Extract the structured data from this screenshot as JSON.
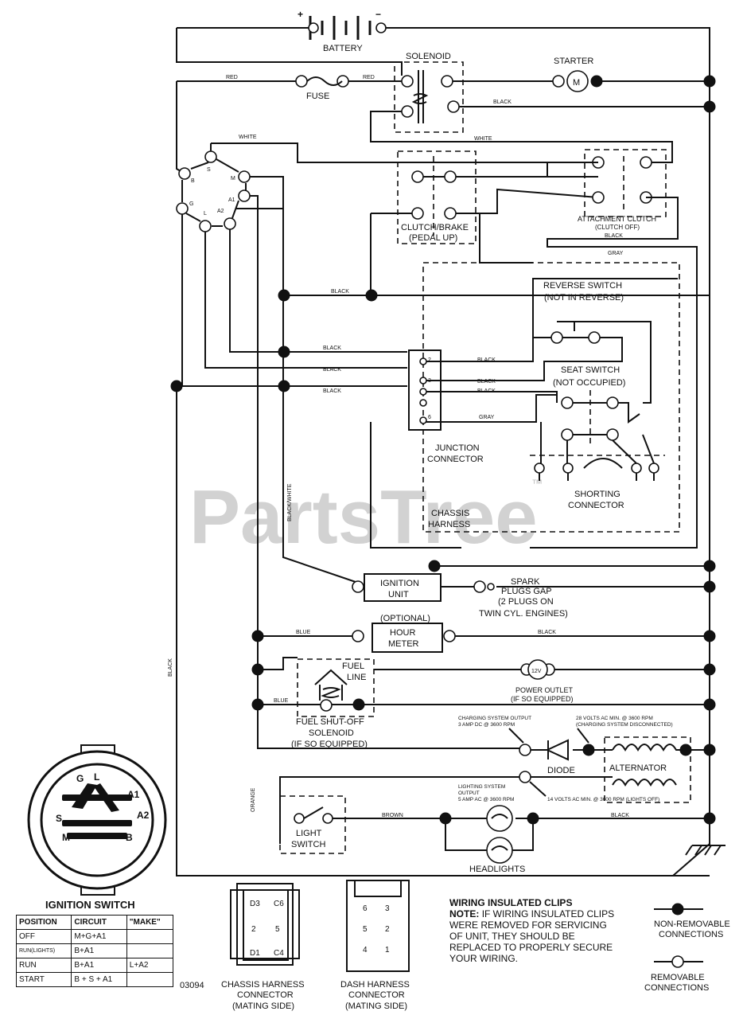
{
  "watermark": "PartsTree",
  "trademark": "™",
  "part_number": "03094",
  "components": {
    "battery": "BATTERY",
    "battery_plus": "+",
    "battery_minus": "−",
    "solenoid": "SOLENOID",
    "starter": "STARTER",
    "starter_symbol": "M",
    "fuse": "FUSE",
    "clutch_brake_1": "CLUTCH/BRAKE",
    "clutch_brake_2": "(PEDAL UP)",
    "attachment_clutch_1": "ATTACHMENT CLUTCH",
    "attachment_clutch_2": "(CLUTCH OFF)",
    "reverse_switch_1": "REVERSE SWITCH",
    "reverse_switch_2": "(NOT IN REVERSE)",
    "seat_switch_1": "SEAT SWITCH",
    "seat_switch_2": "(NOT OCCUPIED)",
    "junction_1": "JUNCTION",
    "junction_2": "CONNECTOR",
    "shorting_1": "SHORTING",
    "shorting_2": "CONNECTOR",
    "chassis_1": "CHASSIS",
    "chassis_2": "HARNESS",
    "ignition_unit_1": "IGNITION",
    "ignition_unit_2": "UNIT",
    "spark_1": "SPARK",
    "spark_2": "PLUGS GAP",
    "spark_3": "(2 PLUGS ON",
    "spark_4": "TWIN CYL. ENGINES)",
    "optional": "(OPTIONAL)",
    "hour_meter_1": "HOUR",
    "hour_meter_2": "METER",
    "fuel_line_1": "FUEL",
    "fuel_line_2": "LINE",
    "power_outlet_symbol": "12V",
    "power_outlet_1": "POWER OUTLET",
    "power_outlet_2": "(IF SO EQUIPPED)",
    "fuel_shutoff_1": "FUEL SHUT-OFF",
    "fuel_shutoff_2": "SOLENOID",
    "fuel_shutoff_3": "(IF SO EQUIPPED)",
    "charging_output_1": "CHARGING SYSTEM OUTPUT",
    "charging_output_2": "3 AMP DC @ 3600 RPM",
    "volts_28_1": "28 VOLTS AC MIN. @ 3600 RPM",
    "volts_28_2": "(CHARGING SYSTEM DISCONNECTED)",
    "diode": "DIODE",
    "alternator": "ALTERNATOR",
    "lighting_output_1": "LIGHTING SYSTEM",
    "lighting_output_2": "OUTPUT",
    "lighting_output_3": "5 AMP AC @ 3600 RPM",
    "volts_14": "14 VOLTS AC MIN. @ 3600 RPM (LIGHTS OFF)",
    "light_switch_1": "LIGHT",
    "light_switch_2": "SWITCH",
    "headlights": "HEADLIGHTS"
  },
  "terminals": {
    "b": "B",
    "s": "S",
    "m": "M",
    "a1": "A1",
    "g": "G",
    "l": "L",
    "a2": "A2",
    "j2": "2",
    "j3": "3",
    "j6": "6"
  },
  "wires": {
    "red1": "RED",
    "red2": "RED",
    "white1": "WHITE",
    "white2": "WHITE",
    "black_solenoid": "BLACK",
    "black_attachment": "BLACK",
    "gray1": "GRAY",
    "black_mid": "BLACK",
    "black_j1": "BLACK",
    "black_j2": "BLACK",
    "black_j3": "BLACK",
    "black_j4": "BLACK",
    "black_j5": "BLACK",
    "black_j6": "BLACK",
    "gray2": "GRAY",
    "black_white": "BLACK/WHITE",
    "blue1": "BLUE",
    "black_hour": "BLACK",
    "blue2": "BLUE",
    "black_left": "BLACK",
    "orange": "ORANGE",
    "brown": "BROWN",
    "black_head": "BLACK"
  },
  "ignition_switch": {
    "title": "IGNITION SWITCH",
    "terminals": {
      "g": "G",
      "l": "L",
      "a1": "A1",
      "s": "S",
      "a2": "A2",
      "m": "M",
      "b": "B"
    },
    "headers": [
      "POSITION",
      "CIRCUIT",
      "\"MAKE\""
    ],
    "rows": [
      {
        "position": "OFF",
        "circuit": "M+G+A1",
        "extra": ""
      },
      {
        "position": "RUN(LIGHTS)",
        "circuit": "B+A1",
        "extra": ""
      },
      {
        "position": "RUN",
        "circuit": "B+A1",
        "extra": "L+A2"
      },
      {
        "position": "START",
        "circuit": "B + S + A1",
        "extra": ""
      }
    ]
  },
  "chassis_connector": {
    "pins": [
      "D3",
      "C6",
      "2",
      "5",
      "D1",
      "C4"
    ],
    "caption_1": "CHASSIS HARNESS",
    "caption_2": "CONNECTOR",
    "caption_3": "(MATING SIDE)"
  },
  "dash_connector": {
    "pins": [
      "6",
      "3",
      "5",
      "2",
      "4",
      "1"
    ],
    "caption_1": "DASH HARNESS",
    "caption_2": "CONNECTOR",
    "caption_3": "(MATING SIDE)"
  },
  "note": {
    "title": "WIRING INSULATED CLIPS",
    "bold": "NOTE:",
    "text": "IF WIRING INSULATED CLIPS WERE REMOVED FOR SERVICING OF UNIT, THEY SHOULD BE REPLACED TO PROPERLY SECURE YOUR WIRING."
  },
  "legend": {
    "non_removable_1": "NON-REMOVABLE",
    "non_removable_2": "CONNECTIONS",
    "removable_1": "REMOVABLE",
    "removable_2": "CONNECTIONS"
  }
}
